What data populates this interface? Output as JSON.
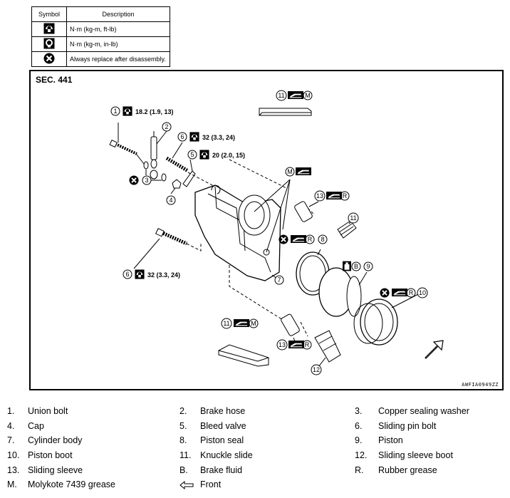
{
  "symbol_table": {
    "header_symbol": "Symbol",
    "header_description": "Description",
    "rows": [
      {
        "icon": "torque-wrench-icon",
        "description": "N·m (kg-m, ft-lb)"
      },
      {
        "icon": "torque-wrench-filled-icon",
        "description": "N·m (kg-m, in-lb)"
      },
      {
        "icon": "always-replace-icon",
        "description": "Always replace after disassembly."
      }
    ]
  },
  "diagram": {
    "section": "SEC. 441",
    "code": "AWFIA0949ZZ",
    "callouts": {
      "c1": "1",
      "c2": "2",
      "c3": "3",
      "c4": "4",
      "c5": "5",
      "c6a": "6",
      "c6b": "6",
      "c7": "7",
      "c8": "8",
      "c9": "9",
      "c10": "10",
      "c11a": "11",
      "c11b": "11",
      "c11c": "11",
      "c12": "12",
      "c13a": "13",
      "c13b": "13"
    },
    "letters": {
      "m1": "M",
      "m2": "M",
      "m3": "M",
      "r1": "R",
      "r2": "R",
      "r3": "R",
      "r4": "R",
      "b1": "B"
    },
    "torques": {
      "t1": "18.2 (1.9, 13)",
      "t6a": "32 (3.3, 24)",
      "t5": "20 (2.0, 15)",
      "t6b": "32 (3.3, 24)"
    }
  },
  "legend": {
    "items": [
      {
        "key": "1.",
        "label": "Union bolt"
      },
      {
        "key": "2.",
        "label": "Brake hose"
      },
      {
        "key": "3.",
        "label": "Copper sealing washer"
      },
      {
        "key": "4.",
        "label": "Cap"
      },
      {
        "key": "5.",
        "label": "Bleed valve"
      },
      {
        "key": "6.",
        "label": "Sliding pin bolt"
      },
      {
        "key": "7.",
        "label": "Cylinder body"
      },
      {
        "key": "8.",
        "label": "Piston seal"
      },
      {
        "key": "9.",
        "label": "Piston"
      },
      {
        "key": "10.",
        "label": "Piston boot"
      },
      {
        "key": "11.",
        "label": "Knuckle slide"
      },
      {
        "key": "12.",
        "label": "Sliding sleeve boot"
      },
      {
        "key": "13.",
        "label": "Sliding sleeve"
      },
      {
        "key": "B.",
        "label": "Brake fluid"
      },
      {
        "key": "R.",
        "label": "Rubber grease"
      },
      {
        "key": "M.",
        "label": "Molykote 7439 grease"
      }
    ],
    "front_label": "Front"
  }
}
